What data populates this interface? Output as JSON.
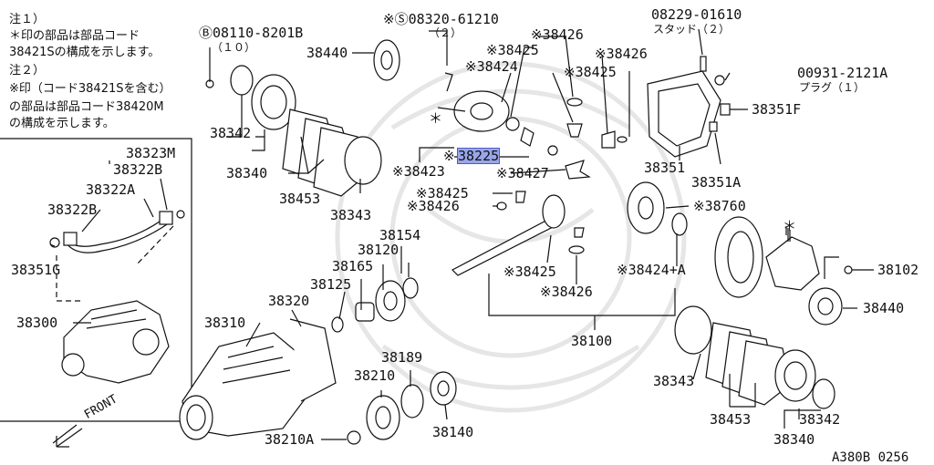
{
  "notes": [
    "注１）",
    "＊印の部品は部品コード",
    "38421Sの構成を示します。",
    "注２）",
    "※印（コード38421Sを含む）",
    "の部品は部品コード38420M",
    "の構成を示します。"
  ],
  "callouts": {
    "bolt_b": "Ⓑ08110-8201B",
    "bolt_b_qty": "（１０）",
    "p38440_top": "38440",
    "screw_s": "※Ⓢ08320-61210",
    "screw_s_qty": "（２）",
    "p38426_a": "※38426",
    "p38425_a": "※38425",
    "p38424": "※38424",
    "p38425_b": "※38425",
    "p38426_b": "※38426",
    "stud": "08229-01610",
    "stud_sub": "スタッド（２）",
    "plug": "00931-2121A",
    "plug_sub": "プラグ（１）",
    "p38351F": "38351F",
    "p38351": "38351",
    "p38351A": "38351A",
    "star_a": "＊",
    "p38342_l": "38342",
    "p38340_l": "38340",
    "p38453_l": "38453",
    "p38343_l": "38343",
    "p38423": "※38423",
    "p38225": "38225",
    "p38225_mark": "※",
    "p38427": "※38427",
    "p38425_c": "※38425",
    "p38426_c": "※38426",
    "p38760": "※38760",
    "p38425_d": "※38425",
    "p38424A": "※38424+A",
    "p38426_d": "※38426",
    "star_b": "＊",
    "p38102": "38102",
    "p38440_r": "38440",
    "p38100": "38100",
    "p38154": "38154",
    "p38120": "38120",
    "p38165": "38165",
    "p38125": "38125",
    "p38320": "38320",
    "p38310": "38310",
    "p38189": "38189",
    "p38210": "38210",
    "p38140": "38140",
    "p38210A": "38210A",
    "p38343_r": "38343",
    "p38453_r": "38453",
    "p38342_r": "38342",
    "p38340_r": "38340",
    "inset_38323M": "38323M",
    "inset_38322B_a": "38322B",
    "inset_38322A": "38322A",
    "inset_38322B_b": "38322B",
    "inset_38351G": "38351G",
    "inset_38300": "38300",
    "front": "FRONT",
    "figure_code": "A380B 0256"
  },
  "icons": [
    "front-arrow-icon"
  ]
}
